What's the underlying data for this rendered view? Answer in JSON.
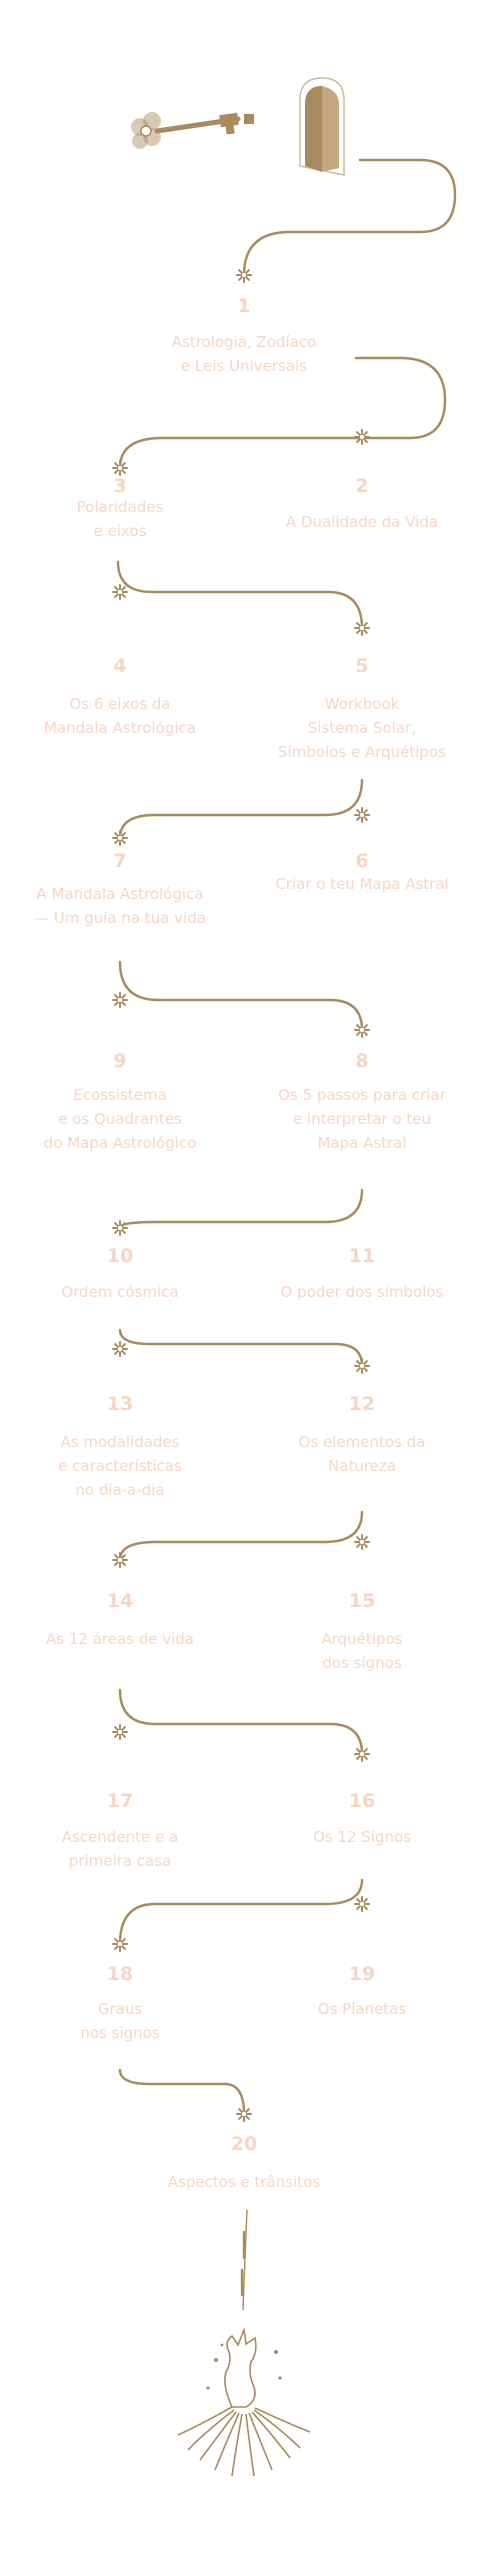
{
  "colors": {
    "accent": "#a98a5e",
    "text": "#f6d6c3",
    "background": "#ffffff"
  },
  "header": {
    "key_icon": "key-icon",
    "door_icon": "door-icon"
  },
  "steps": [
    {
      "number": "1",
      "label": "Astrologia, Zodíaco\ne Leis Universais"
    },
    {
      "number": "2",
      "label": "A Dualidade da Vida"
    },
    {
      "number": "3",
      "label": "Polaridades\ne eixos"
    },
    {
      "number": "4",
      "label": "Os 6 eixos da\nMandala Astrológica"
    },
    {
      "number": "5",
      "label": "Workbook\nSistema Solar,\nSímbolos e Arquétipos"
    },
    {
      "number": "6",
      "label": "Criar o teu Mapa Astral"
    },
    {
      "number": "7",
      "label": "A Mandala Astrológica\n— Um guia na tua vida"
    },
    {
      "number": "8",
      "label": "Os 5 passos para criar\ne interpretar o teu\nMapa Astral"
    },
    {
      "number": "9",
      "label": "Ecossistema\ne os Quadrantes\ndo Mapa Astrológico"
    },
    {
      "number": "10",
      "label": "Ordem cósmica"
    },
    {
      "number": "11",
      "label": "O poder dos símbolos"
    },
    {
      "number": "12",
      "label": "Os elementos da\nNatureza"
    },
    {
      "number": "13",
      "label": "As modalidades\ne características\nno dia-a-dia"
    },
    {
      "number": "14",
      "label": "As 12 áreas de vida"
    },
    {
      "number": "15",
      "label": "Arquétipos\ndos signos"
    },
    {
      "number": "16",
      "label": "Os 12 Signos"
    },
    {
      "number": "17",
      "label": "Ascendente e a\nprimeira casa"
    },
    {
      "number": "18",
      "label": "Graus\nnos signos"
    },
    {
      "number": "19",
      "label": "Os Planetas"
    },
    {
      "number": "20",
      "label": "Aspectos e trânsitos"
    }
  ],
  "footer": {
    "hand_icon": "cosmic-hand-icon"
  }
}
